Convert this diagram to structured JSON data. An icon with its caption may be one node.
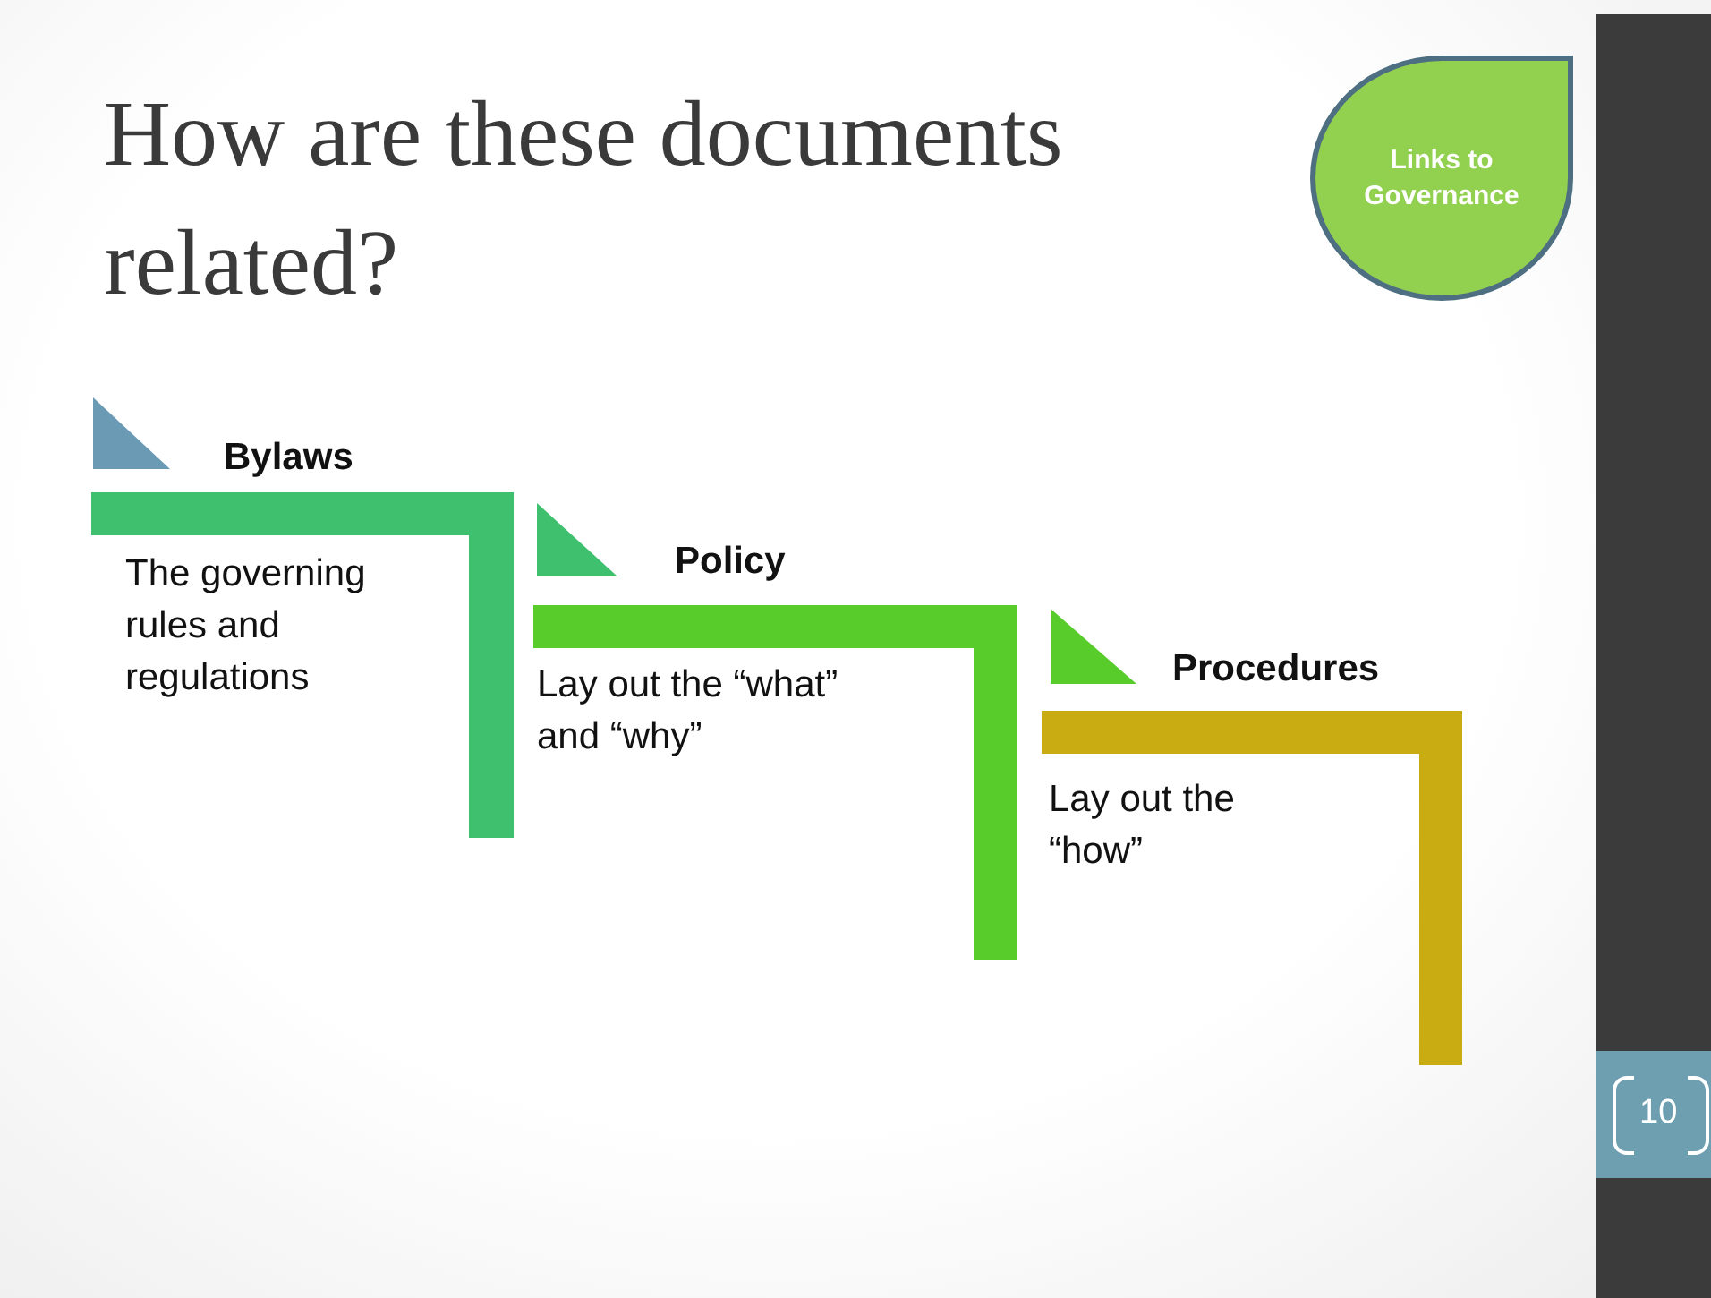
{
  "diagram": {
    "title": "How are these documents related?",
    "nodes": [
      {
        "text": [
          "Links to Governance"
        ]
      },
      {
        "text": [
          "Bylaws",
          "The governing rules and regulations"
        ]
      },
      {
        "text": [
          "Policy",
          "Lay out the “what” and “why”"
        ]
      },
      {
        "text": [
          "Procedures",
          "Lay out the “how”"
        ]
      }
    ],
    "labels": [
      "10"
    ]
  }
}
